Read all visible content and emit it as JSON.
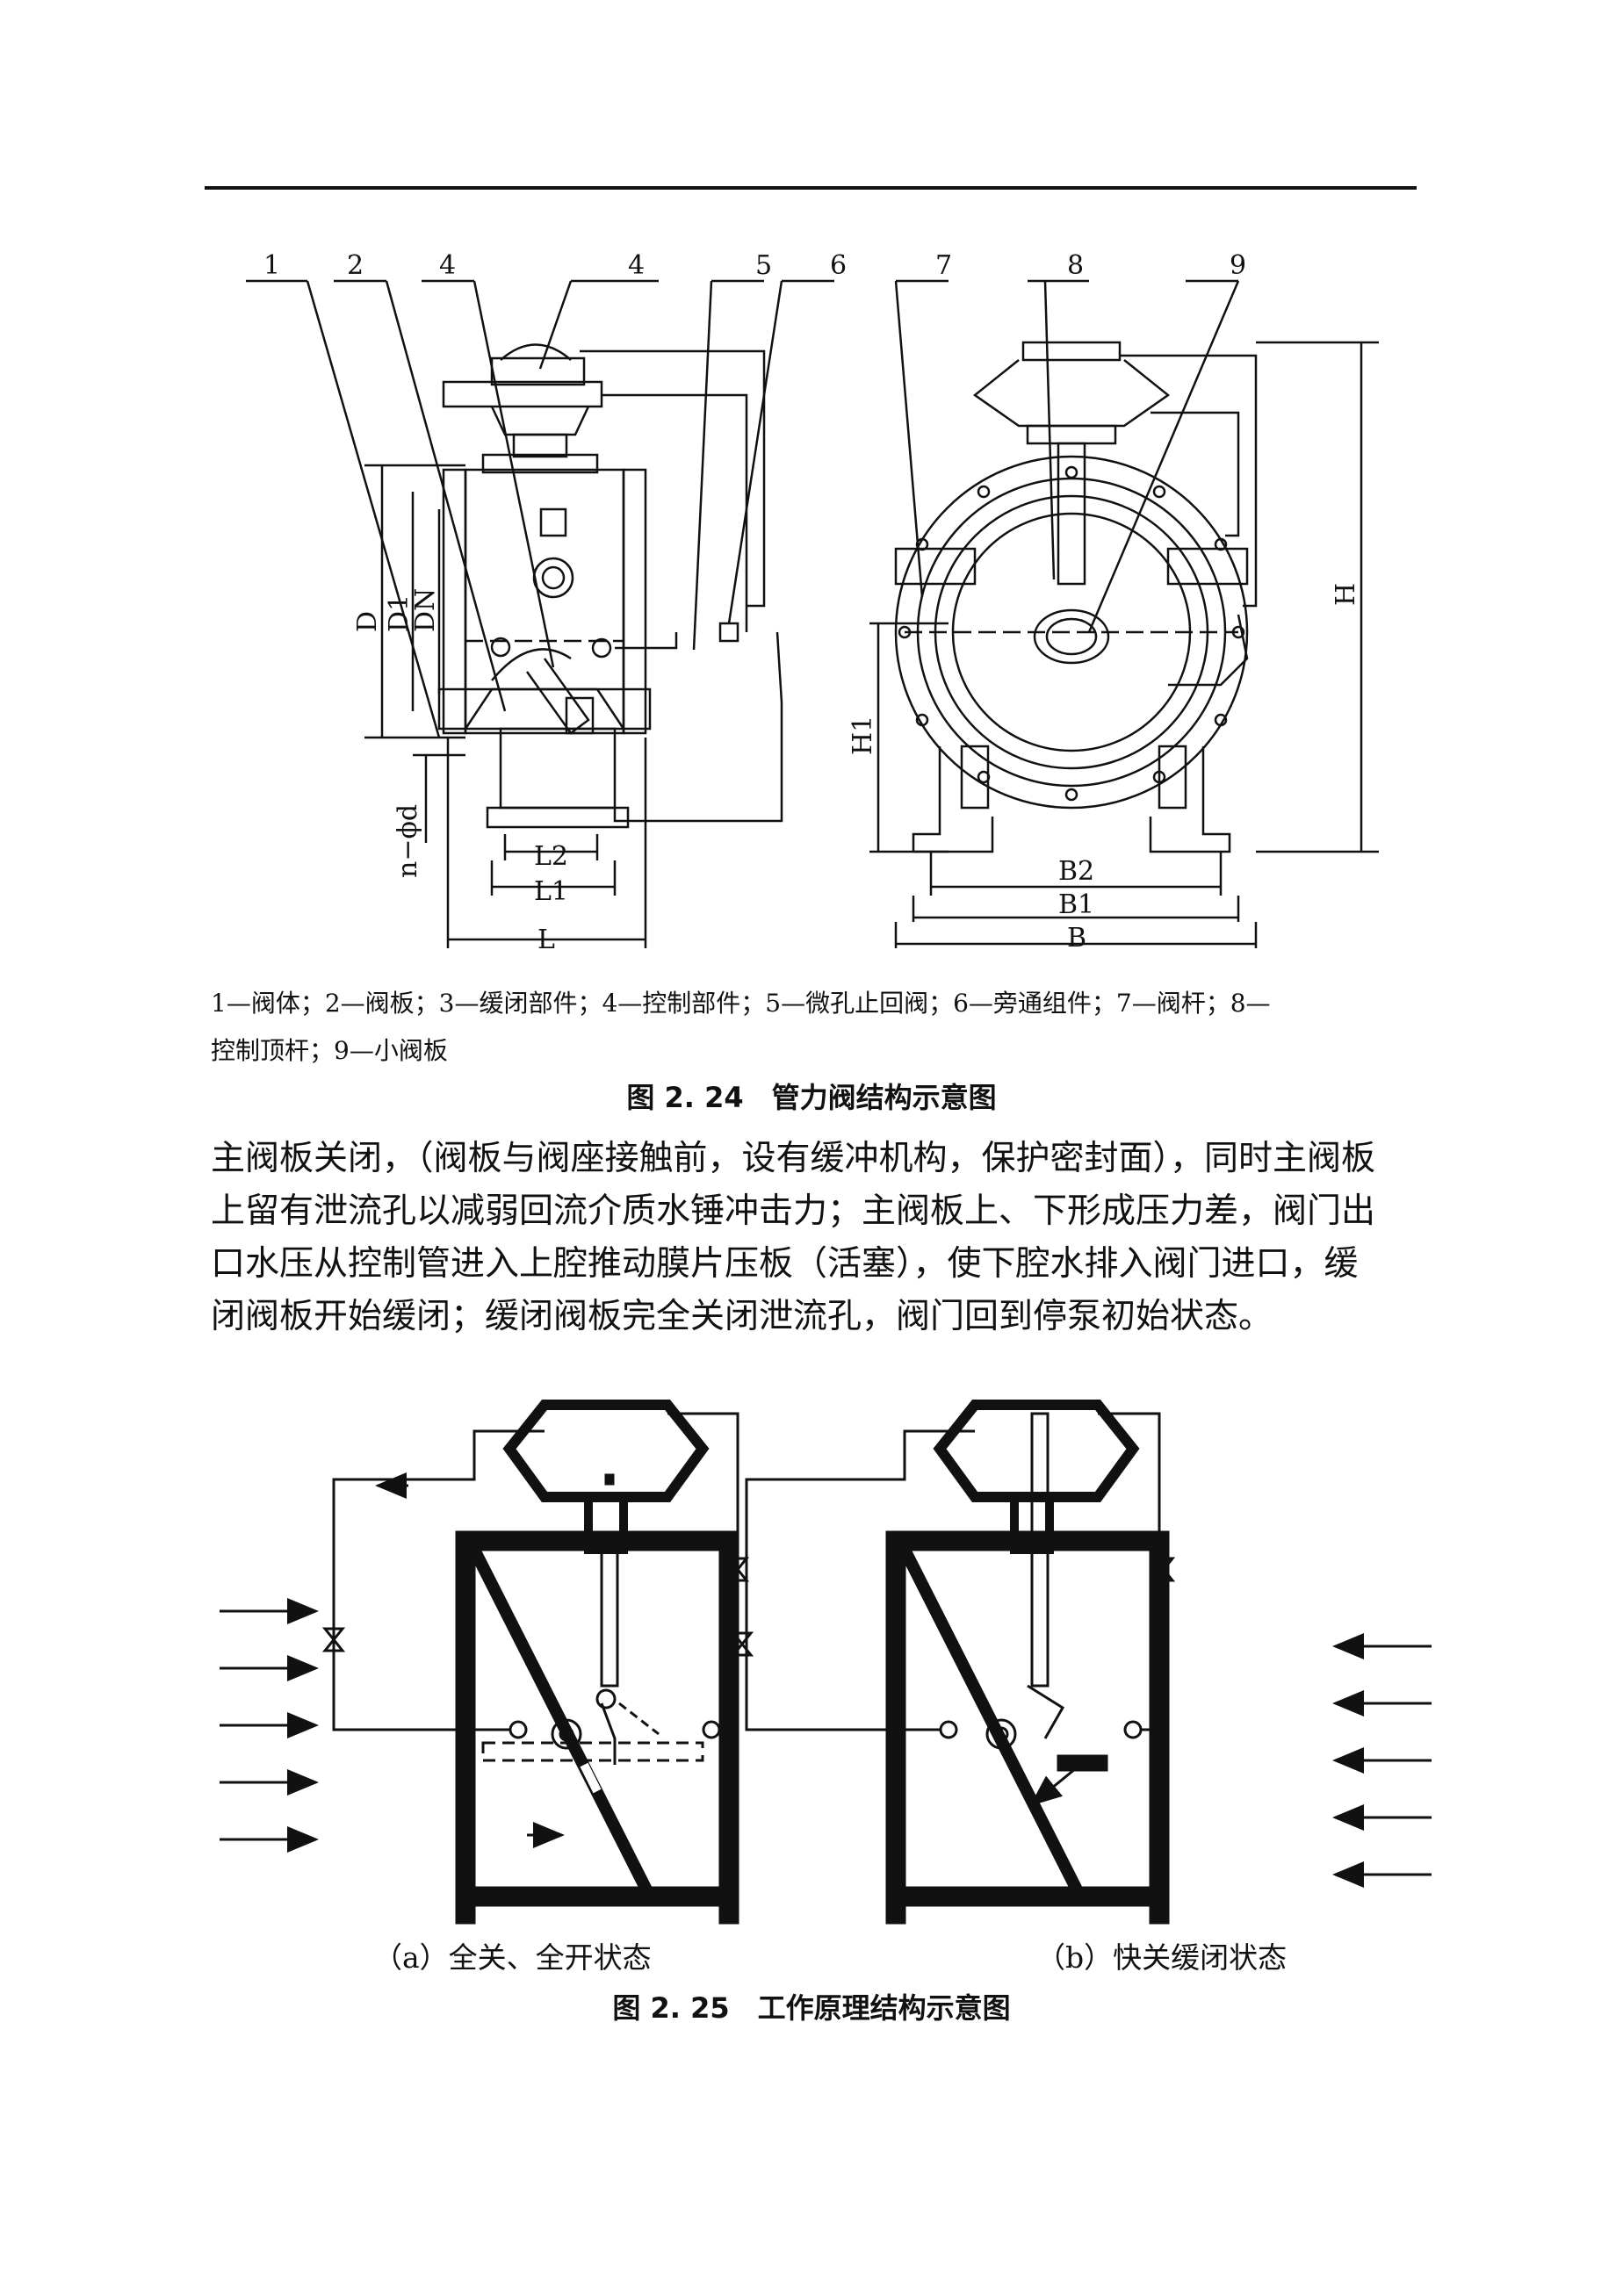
{
  "fig224": {
    "callouts": [
      "1",
      "2",
      "4",
      "4",
      "5",
      "6",
      "7",
      "8",
      "9"
    ],
    "dims_front": {
      "D": "D",
      "D1": "D1",
      "DN": "DN",
      "nd": "n−ϕd",
      "L2": "L2",
      "L1": "L1",
      "L": "L"
    },
    "dims_side": {
      "H": "H",
      "H1": "H1",
      "B2": "B2",
      "B1": "B1",
      "B": "B"
    },
    "legend_line1": "1—阀体；2—阀板；3—缓闭部件；4—控制部件；5—微孔止回阀；6—旁通组件；7—阀杆；8—",
    "legend_line2": "控制顶杆；9—小阀板",
    "caption": "图 2. 24　管力阀结构示意图"
  },
  "paragraph": {
    "lines": [
      "主阀板关闭，（阀板与阀座接触前，设有缓冲机构，保护密封面），同时主阀板",
      "上留有泄流孔以减弱回流介质水锤冲击力；主阀板上、下形成压力差，阀门出",
      "口水压从控制管进入上腔推动膜片压板（活塞），使下腔水排入阀门进口，缓",
      "闭阀板开始缓闭；缓闭阀板完全关闭泄流孔，阀门回到停泵初始状态。"
    ]
  },
  "fig225": {
    "sub_a": "（a）全关、全开状态",
    "sub_b": "（b）快关缓闭状态",
    "caption": "图 2. 25　工作原理结构示意图"
  }
}
